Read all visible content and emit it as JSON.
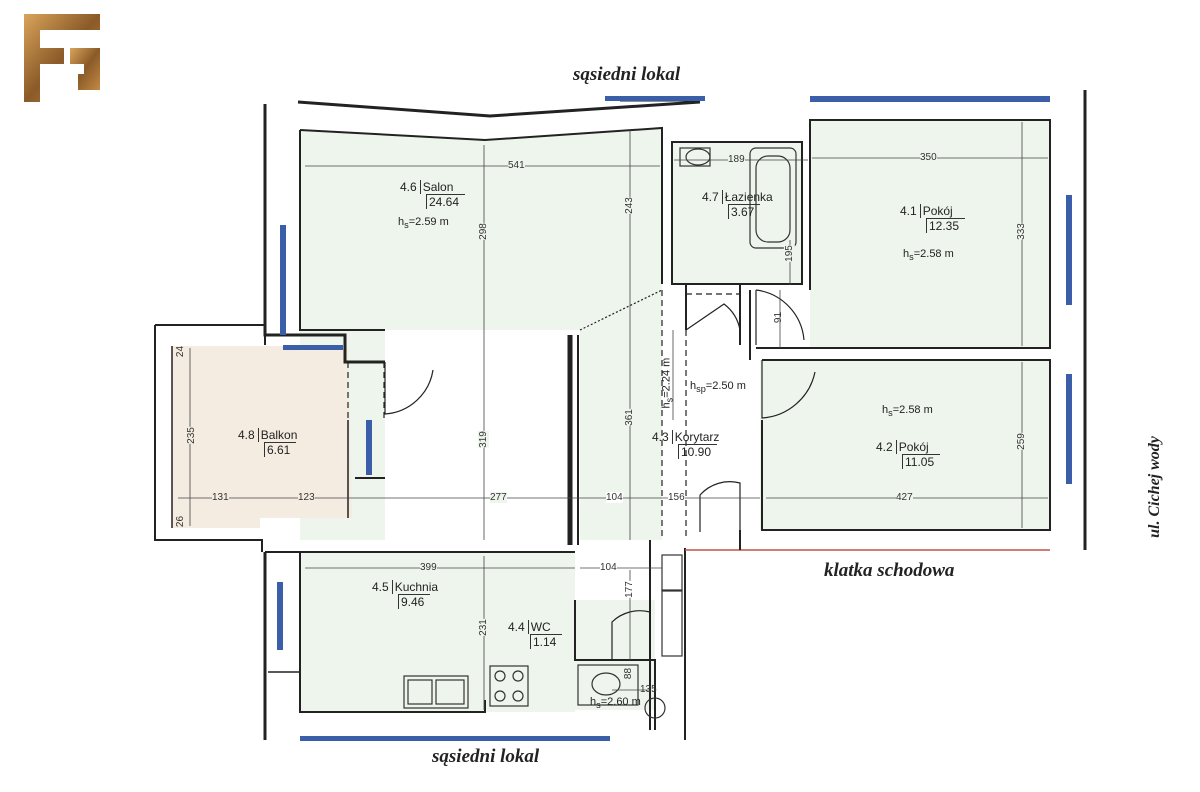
{
  "labels": {
    "top_neighbor": "sąsiedni lokal",
    "bottom_neighbor": "sąsiedni lokal",
    "staircase": "klatka schodowa",
    "street": "ul. Cichej wody"
  },
  "rooms": {
    "salon": {
      "num": "4.6",
      "name": "Salon",
      "area": "24.64",
      "height": "2.59 m"
    },
    "lazienka": {
      "num": "4.7",
      "name": "Łazienka",
      "area": "3.67"
    },
    "pokoj1": {
      "num": "4.1",
      "name": "Pokój",
      "area": "12.35",
      "height": "2.58 m"
    },
    "balkon": {
      "num": "4.8",
      "name": "Balkon",
      "area": "6.61"
    },
    "korytarz": {
      "num": "4.3",
      "name": "Korytarz",
      "area": "10.90",
      "height": "2.50 m",
      "height2": "2.24 m"
    },
    "pokoj2": {
      "num": "4.2",
      "name": "Pokój",
      "area": "11.05",
      "height": "2.58 m"
    },
    "kuchnia": {
      "num": "4.5",
      "name": "Kuchnia",
      "area": "9.46"
    },
    "wc": {
      "num": "4.4",
      "name": "WC",
      "area": "1.14",
      "height": "2.60 m"
    }
  },
  "height_prefix": "h",
  "height_sub_s": "s",
  "height_sub_sp": "sp",
  "dimensions": {
    "d541": "541",
    "d189": "189",
    "d350": "350",
    "d298": "298",
    "d243": "243",
    "d195": "195",
    "d333": "333",
    "d91": "91",
    "d24": "24",
    "d235": "235",
    "d26": "26",
    "d131": "131",
    "d123": "123",
    "d319": "319",
    "d361": "361",
    "d277": "277",
    "d104a": "104",
    "d156": "156",
    "d427": "427",
    "d259": "259",
    "d399": "399",
    "d104b": "104",
    "d231": "231",
    "d177": "177",
    "d88": "88",
    "d135": "135"
  },
  "colors": {
    "logo_gold": "#b07a3a",
    "room_fill": "#eef5ec",
    "balcony_fill": "#f4ece0",
    "window_blue": "#3a5ea8",
    "wall": "#222222"
  }
}
